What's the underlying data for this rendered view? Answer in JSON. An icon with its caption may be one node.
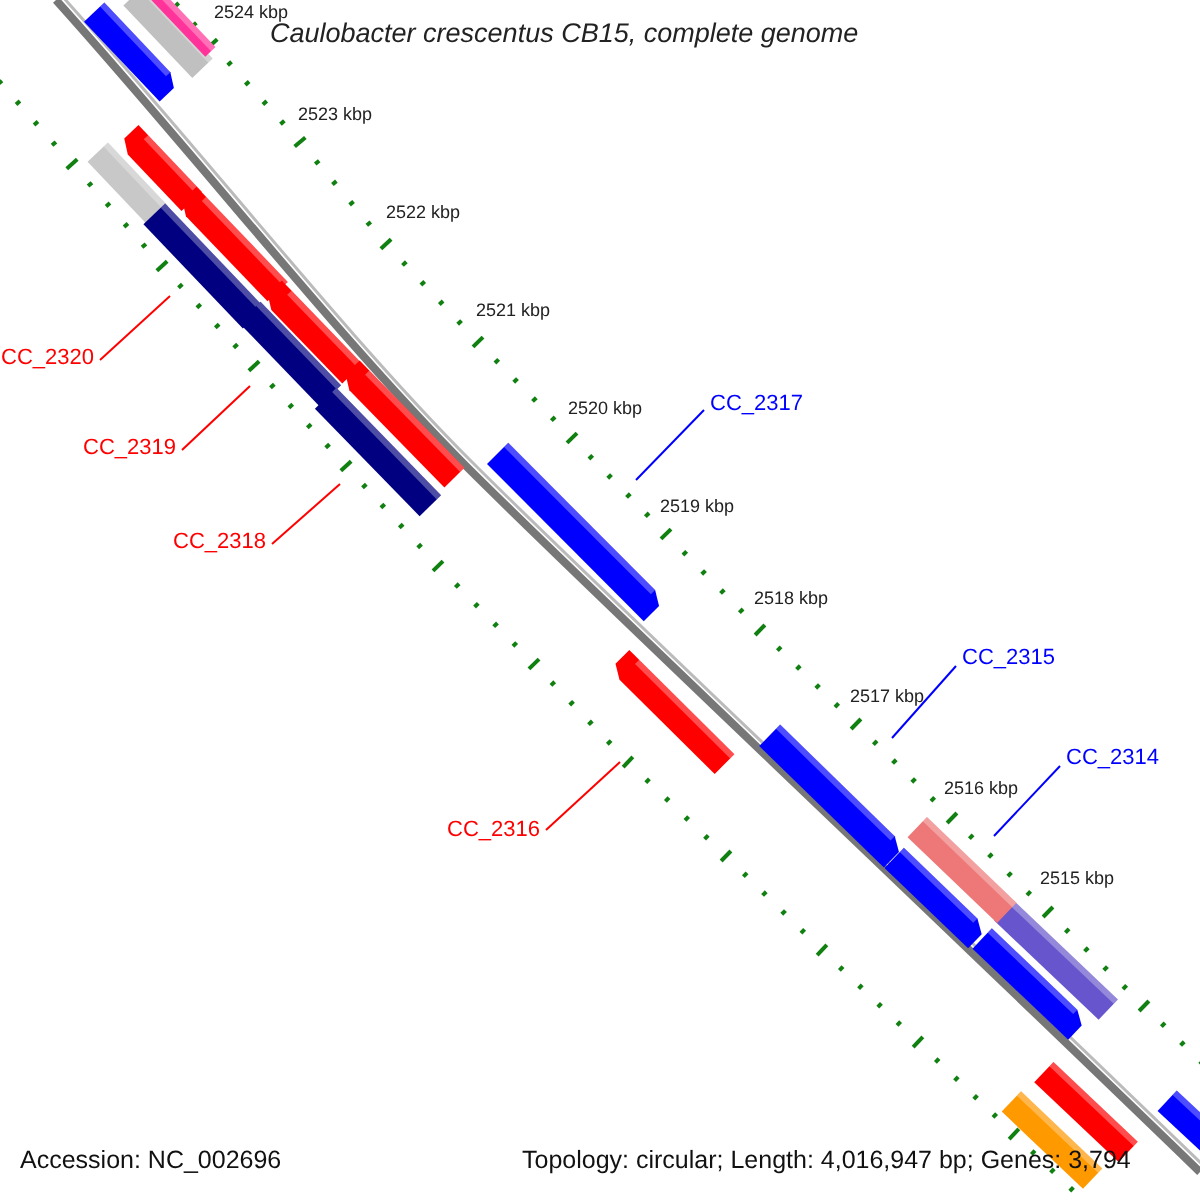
{
  "diagram": {
    "title": "Caulobacter crescentus CB15, complete genome",
    "nodes": [
      {
        "text": [
          "CC_2320"
        ]
      },
      {
        "text": [
          "CC_2319"
        ]
      },
      {
        "text": [
          "CC_2318"
        ]
      },
      {
        "text": [
          "CC_2317"
        ]
      },
      {
        "text": [
          "CC_2316"
        ]
      },
      {
        "text": [
          "CC_2315"
        ]
      },
      {
        "text": [
          "CC_2314"
        ]
      },
      {
        "text": [],
        "shape": "bar"
      },
      {
        "text": [],
        "shape": "bar"
      },
      {
        "text": [],
        "shape": "bar"
      },
      {
        "text": [],
        "shape": "bar"
      },
      {
        "text": [],
        "shape": "bar"
      },
      {
        "text": [],
        "shape": "bar"
      },
      {
        "text": [],
        "shape": "bar"
      }
    ],
    "edges": [
      {
        "from": 0,
        "to": 7,
        "arrow": "none"
      },
      {
        "from": 1,
        "to": 8,
        "arrow": "none"
      },
      {
        "from": 2,
        "to": 9,
        "arrow": "none"
      },
      {
        "from": 3,
        "to": 10,
        "arrow": "none",
        "color": "#0000ff"
      },
      {
        "from": 4,
        "to": 11,
        "arrow": "none"
      },
      {
        "from": 5,
        "to": 12,
        "arrow": "none",
        "color": "#0000ff"
      },
      {
        "from": 6,
        "to": 13,
        "arrow": "none",
        "color": "#0000ff"
      }
    ],
    "labels": [
      "2524 kbp",
      "2523 kbp",
      "2522 kbp",
      "2521 kbp",
      "2520 kbp",
      "2519 kbp",
      "2518 kbp",
      "2517 kbp",
      "2516 kbp",
      "2515 kbp",
      "Accession: NC_002696",
      "Topology: circular; Length: 4,016,947 bp; Genes: 3,794"
    ]
  }
}
